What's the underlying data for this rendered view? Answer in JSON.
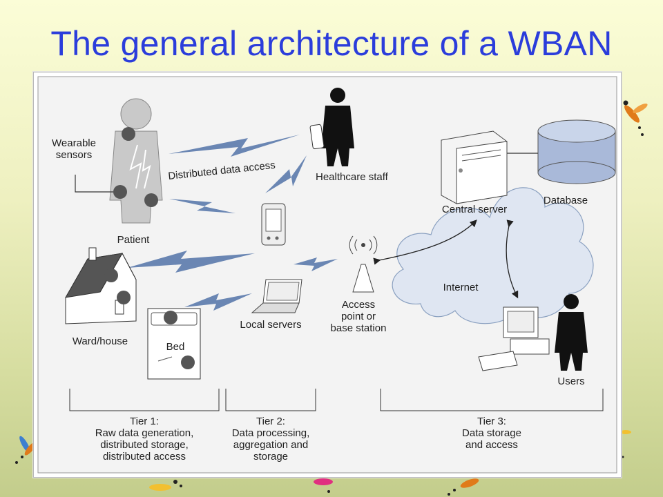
{
  "title": "The general architecture of a WBAN",
  "labels": {
    "wearable_sensors_1": "Wearable",
    "wearable_sensors_2": "sensors",
    "patient": "Patient",
    "distributed_data_access": "Distributed data access",
    "healthcare_staff": "Healthcare staff",
    "central_server": "Central server",
    "database": "Database",
    "internet": "Internet",
    "access_point_1": "Access",
    "access_point_2": "point or",
    "access_point_3": "base station",
    "local_servers": "Local servers",
    "ward_house": "Ward/house",
    "bed": "Bed",
    "users": "Users"
  },
  "tiers": [
    {
      "title": "Tier 1:",
      "lines": [
        "Raw data generation,",
        "distributed storage,",
        "distributed access"
      ]
    },
    {
      "title": "Tier 2:",
      "lines": [
        "Data processing,",
        "aggregation and",
        "storage"
      ]
    },
    {
      "title": "Tier 3:",
      "lines": [
        "Data storage",
        "and access"
      ]
    }
  ],
  "colors": {
    "title": "#2b3ddb",
    "wireless_bolt": "#6a86b3",
    "cloud": "#dfe6f2",
    "patient_body": "#c9c9c9",
    "sensor_dot": "#555555",
    "person_black": "#111111"
  }
}
